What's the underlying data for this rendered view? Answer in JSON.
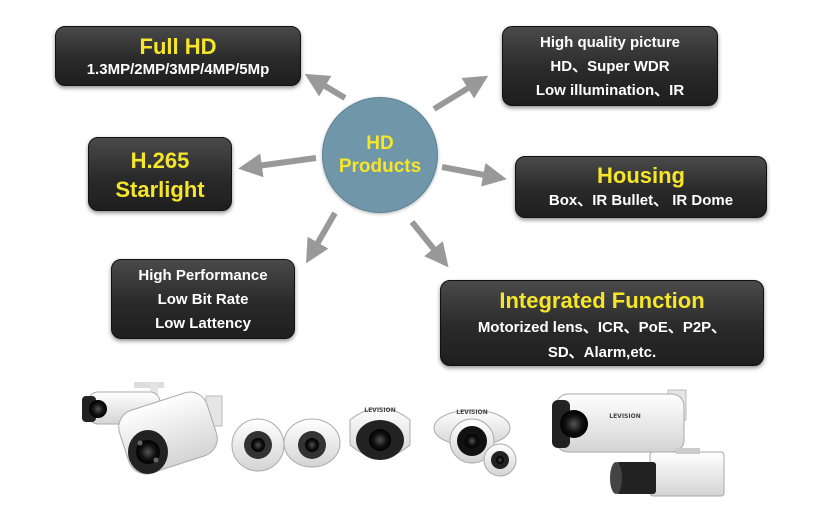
{
  "hub": {
    "line1": "HD",
    "line2": "Products"
  },
  "features": {
    "full_hd": {
      "title": "Full HD",
      "detail": "1.3MP/2MP/3MP/4MP/5Mp"
    },
    "h265": {
      "line1": "H.265",
      "line2": "Starlight"
    },
    "performance": {
      "line1": "High Performance",
      "line2": "Low Bit Rate",
      "line3": "Low Lattency"
    },
    "picture": {
      "line1": "High quality picture",
      "line2": "HD、Super WDR",
      "line3": "Low illumination、IR"
    },
    "housing": {
      "title": "Housing",
      "detail": "Box、IR Bullet、 IR Dome"
    },
    "integrated": {
      "title": "Integrated Function",
      "line1": "Motorized lens、ICR、PoE、P2P、",
      "line2": "SD、Alarm,etc."
    }
  },
  "products": {
    "brand": "LEVISION"
  },
  "colors": {
    "box": "#2b2b2b",
    "accent_text": "#f5e62a",
    "hub": "#6f96a9",
    "arrow": "#999999"
  }
}
